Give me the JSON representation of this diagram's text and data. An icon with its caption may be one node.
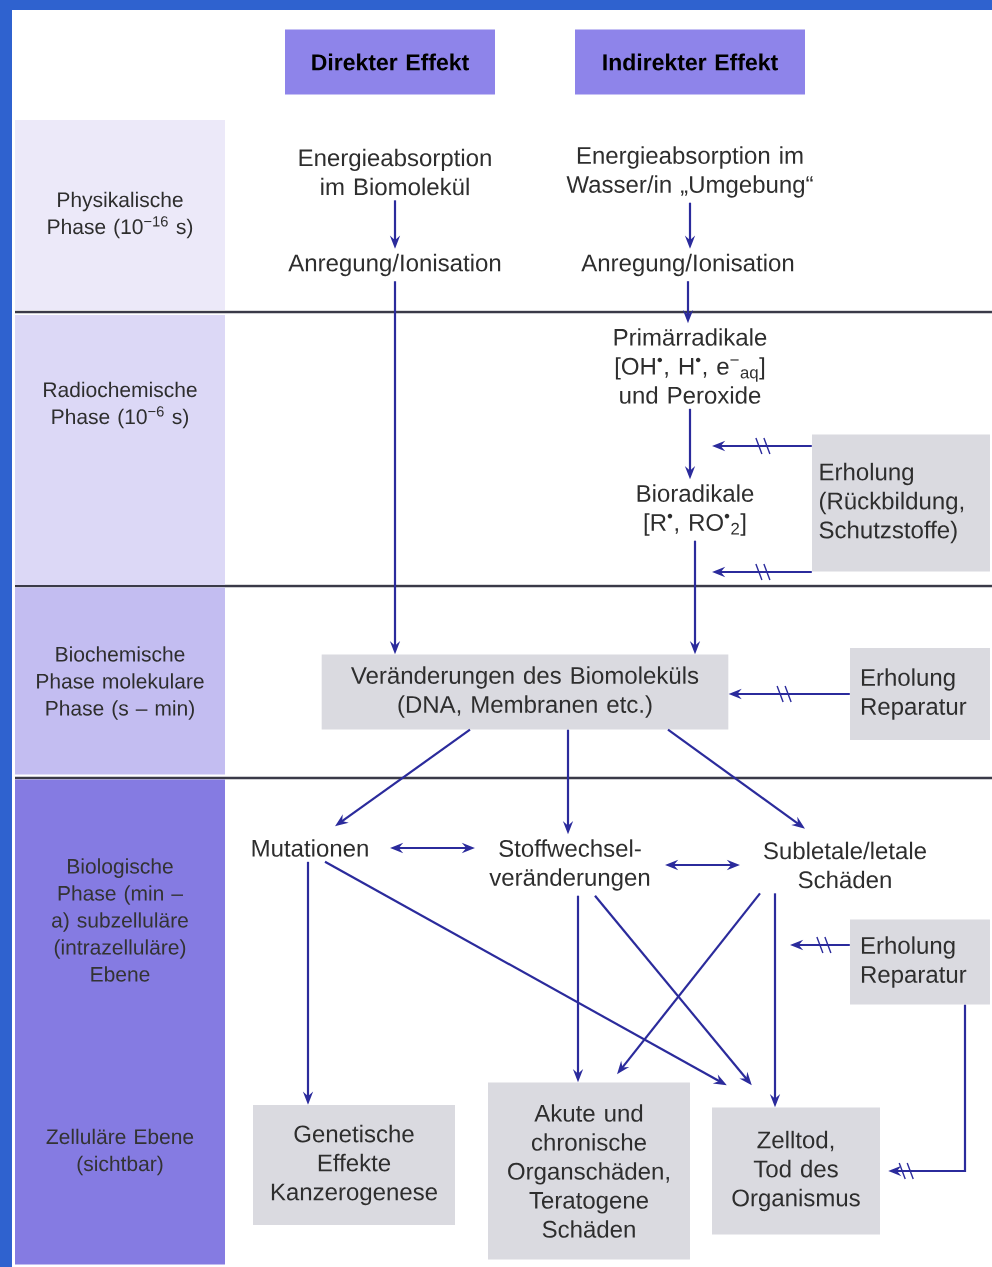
{
  "diagram": {
    "nodes": [
      {
        "text": [
          "Direkter Effekt"
        ]
      },
      {
        "text": [
          "Indirekter Effekt"
        ]
      },
      {
        "text": [
          "Physikalische Phase (10$^{−16}$ s)"
        ]
      },
      {
        "text": [
          "Energieabsorption im Biomolekül"
        ]
      },
      {
        "text": [
          "Energieabsorption im Wasser/in „Umgebung“"
        ]
      },
      {
        "text": [
          "Anregung/Ionisation"
        ]
      },
      {
        "text": [
          "Anregung/Ionisation"
        ]
      },
      {
        "text": [
          "Radiochemische Phase (10$^{−6}$ s)"
        ]
      },
      {
        "text": [
          "Primärradikale [OH$^{•}$, H$^{•}$, e$^{−}$$_{aq}$] und Peroxide"
        ]
      },
      {
        "text": [
          "Bioradikale [R$^{•}$, RO$^{•}$$_{2}$]"
        ]
      },
      {
        "text": [
          "Erholung (Rückbildung, Schutzstoffe)"
        ]
      },
      {
        "text": [
          "Biochemische Phase molekulare Phase (s – min)"
        ]
      },
      {
        "text": [
          "Veränderungen des Biomoleküls (DNA, Membranen etc.)"
        ]
      },
      {
        "text": [
          "Erholung Reparatur"
        ]
      },
      {
        "text": [
          "Biologische Phase (min – a) subzelluläre (intrazelluläre) Ebene",
          "Zelluläre Ebene (sichtbar)"
        ]
      },
      {
        "text": [
          "Mutationen"
        ]
      },
      {
        "text": [
          "Stoffwechsel- veränderungen"
        ]
      },
      {
        "text": [
          "Subletale/letale Schäden"
        ]
      },
      {
        "text": [
          "Erholung Reparatur"
        ]
      },
      {
        "text": [
          "Genetische Effekte Kanzerogenese"
        ]
      },
      {
        "text": [
          "Akute und chronische Organschäden, Teratogene Schäden"
        ]
      },
      {
        "text": [
          "Zelltod, Tod des Organismus"
        ]
      }
    ],
    "edges": [
      {
        "from": 3,
        "to": 5,
        "arrow": "to"
      },
      {
        "from": 4,
        "to": 6,
        "arrow": "to"
      },
      {
        "from": 6,
        "to": 8,
        "arrow": "to"
      },
      {
        "from": 8,
        "to": 9,
        "arrow": "to"
      },
      {
        "from": 5,
        "to": 12,
        "arrow": "to"
      },
      {
        "from": 9,
        "to": 12,
        "arrow": "to"
      },
      {
        "from": 10,
        "to": null,
        "arrow": "to"
      },
      {
        "from": 10,
        "to": null,
        "arrow": "to"
      },
      {
        "from": 13,
        "to": 12,
        "arrow": "to"
      },
      {
        "from": 12,
        "to": 15,
        "arrow": "to"
      },
      {
        "from": 12,
        "to": 16,
        "arrow": "to"
      },
      {
        "from": 12,
        "to": 17,
        "arrow": "to"
      },
      {
        "from": 15,
        "to": 16,
        "arrow": "both"
      },
      {
        "from": 16,
        "to": 17,
        "arrow": "both"
      },
      {
        "from": 15,
        "to": 19,
        "arrow": "to"
      },
      {
        "from": 15,
        "to": 21,
        "arrow": "to"
      },
      {
        "from": 16,
        "to": 20,
        "arrow": "to"
      },
      {
        "from": 16,
        "to": 21,
        "arrow": "to"
      },
      {
        "from": 17,
        "to": 20,
        "arrow": "to"
      },
      {
        "from": 17,
        "to": 21,
        "arrow": "to"
      },
      {
        "from": 18,
        "to": null,
        "arrow": "to"
      },
      {
        "from": 18,
        "to": 21,
        "arrow": "to"
      }
    ]
  }
}
